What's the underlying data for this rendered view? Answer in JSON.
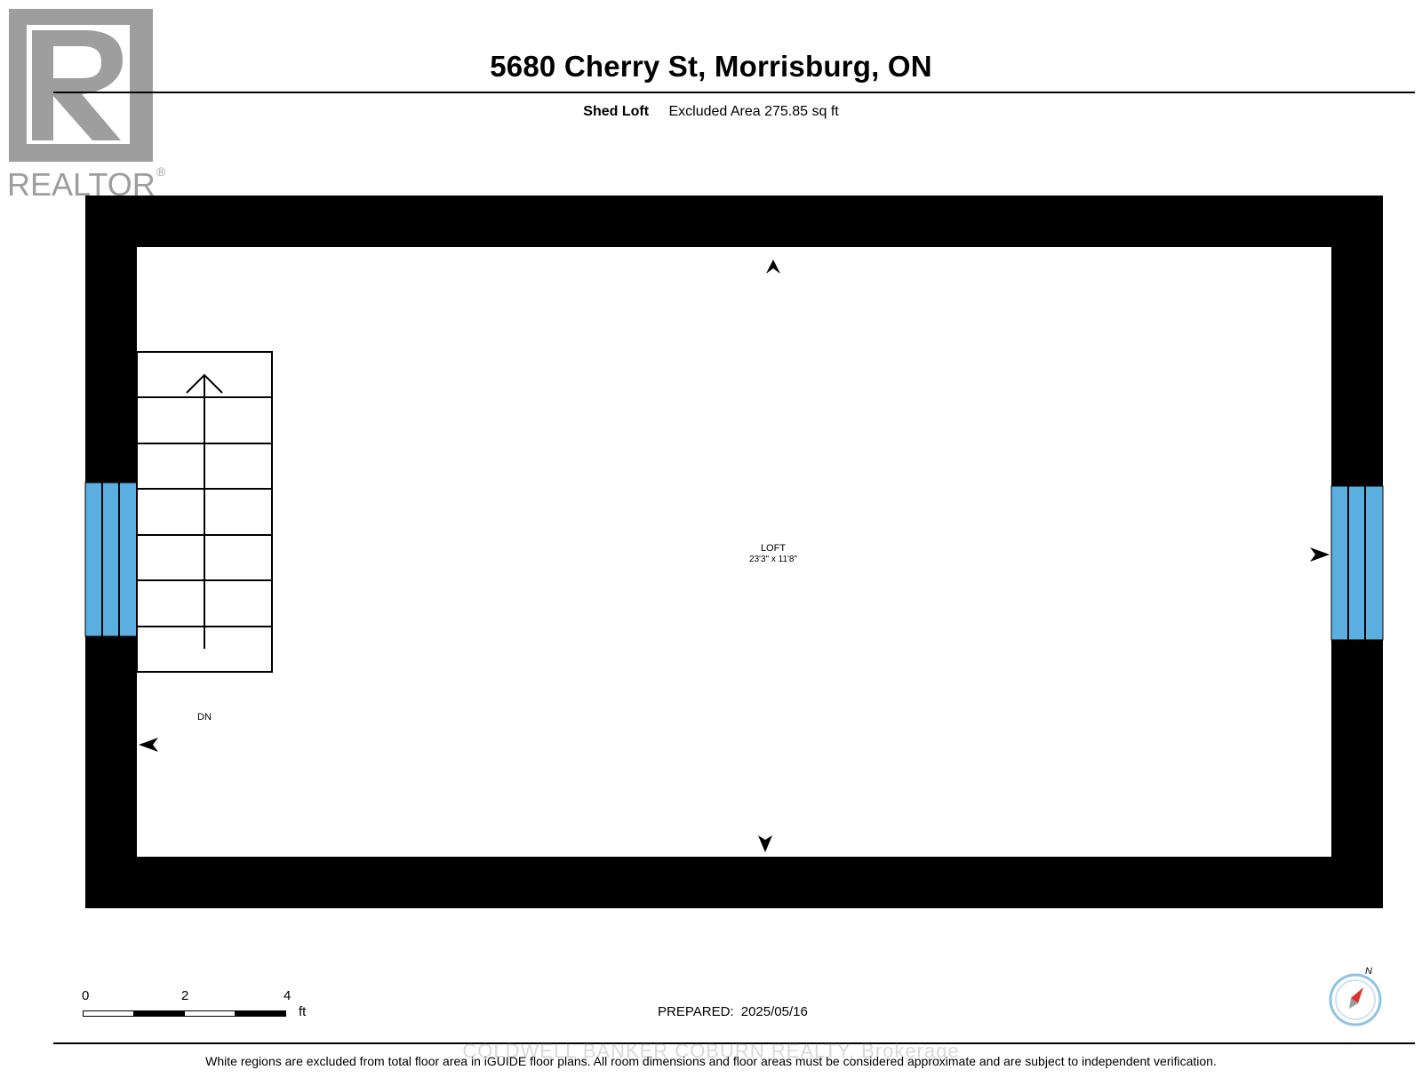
{
  "header": {
    "title": "5680 Cherry St, Morrisburg, ON",
    "floor_name": "Shed Loft",
    "excluded_area": "Excluded Area 275.85 sq ft"
  },
  "logo": {
    "text": "REALTOR",
    "icon": "realtor-logo-icon"
  },
  "room": {
    "name": "LOFT",
    "dimensions": "23'3\" x 11'8\""
  },
  "stairs": {
    "label": "DN",
    "icon": "stairs-icon"
  },
  "scale": {
    "ticks": [
      "0",
      "2",
      "4"
    ],
    "unit": "ft"
  },
  "prepared": {
    "label": "PREPARED:",
    "date": "2025/05/16"
  },
  "compass": {
    "north": "N",
    "icon": "compass-icon"
  },
  "watermark": "COLDWELL BANKER COBURN REALTY, Brokerage",
  "disclaimer": "White regions are excluded from total floor area in iGUIDE floor plans. All room dimensions and floor areas must be considered approximate and are subject to independent verification.",
  "colors": {
    "wall": "#000000",
    "window": "#5aaee0",
    "logo_grey": "#9e9e9e",
    "compass_needle": "#e03030"
  }
}
